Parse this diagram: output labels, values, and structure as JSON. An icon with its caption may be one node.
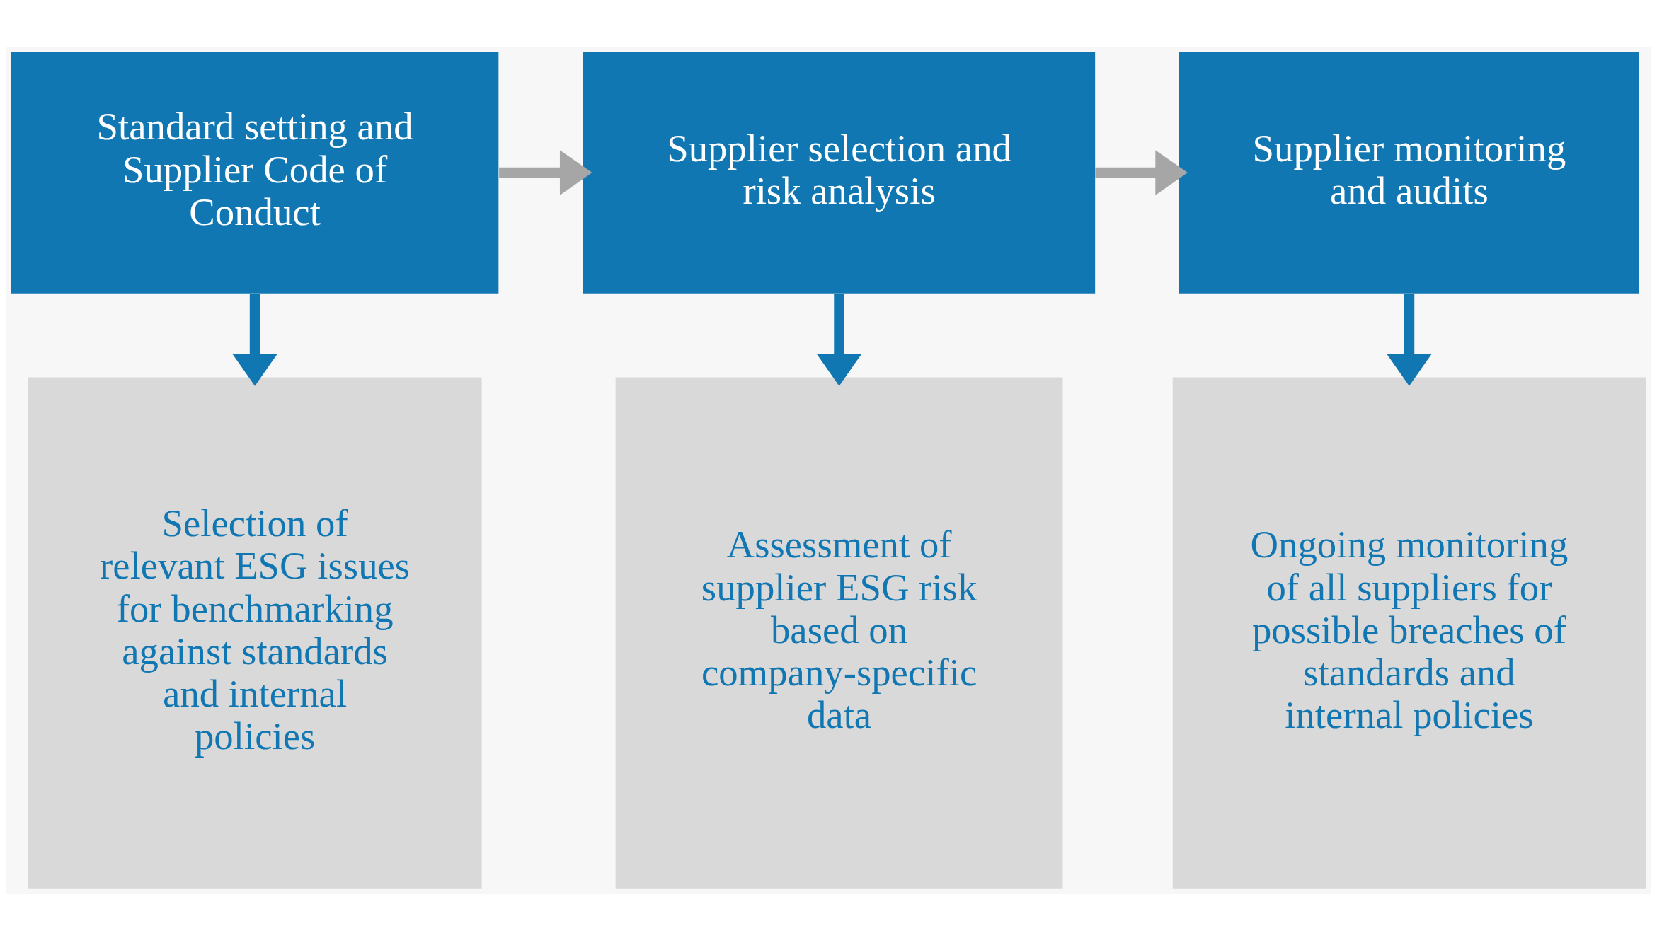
{
  "diagram": {
    "nodes": [
      {
        "text": [
          "Standard setting and Supplier Code of Conduct"
        ]
      },
      {
        "text": [
          "Supplier selection and risk analysis"
        ]
      },
      {
        "text": [
          "Supplier monitoring and audits"
        ]
      },
      {
        "text": [
          "Selection of relevant ESG issues for benchmarking against standards and internal policies"
        ]
      },
      {
        "text": [
          "Assessment of supplier ESG risk based on company-specific data"
        ]
      },
      {
        "text": [
          "Ongoing monitoring of all suppliers for possible breaches of standards and internal policies"
        ]
      }
    ],
    "edges": [
      {
        "from": 0,
        "to": 1,
        "arrow": "to",
        "color": "#a6a6a6"
      },
      {
        "from": 1,
        "to": 2,
        "arrow": "to",
        "color": "#a6a6a6"
      },
      {
        "from": 0,
        "to": 3,
        "arrow": "to"
      },
      {
        "from": 1,
        "to": 4,
        "arrow": "to"
      },
      {
        "from": 2,
        "to": 5,
        "arrow": "to"
      }
    ]
  }
}
